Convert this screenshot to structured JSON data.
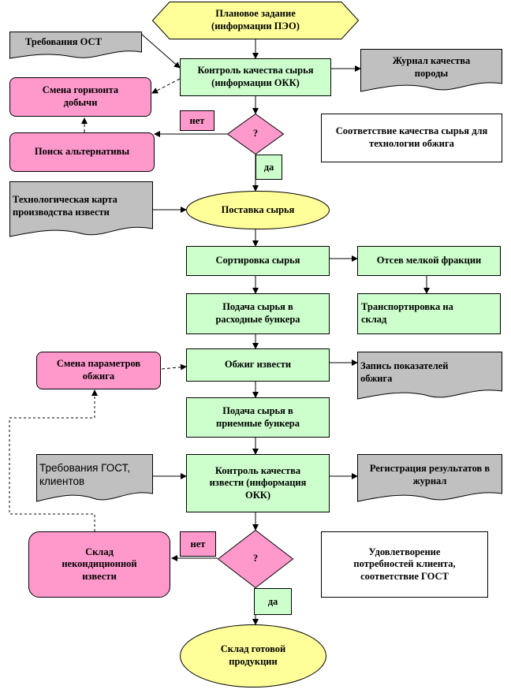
{
  "nodes": {
    "plan": "Плановое задание (информации ПЭО)",
    "req_ost": "Требования ОСТ",
    "control_raw": "Контроль качества сырья (информации ОКК)",
    "journal_rock": "Журнал качества породы",
    "change_horizon": "Смена горизонта добычи",
    "decision1": "?",
    "no1": "нет",
    "yes1": "да",
    "search_alt": "Поиск альтернативы",
    "compliance_raw": "Соответствие качества сырья для технологии обжига",
    "tech_card": "Технологическая карта производства извести",
    "supply_raw": "Поставка сырья",
    "sort_raw": "Сортировка сырья",
    "screen_fine": "Отсев мелкой фракции",
    "feed_bunkers": "Подача сырья в расходные бункера",
    "transport": "Транспортировка на склад",
    "change_params": "Смена параметров обжига",
    "burn_lime": "Обжиг извести",
    "record_params": "Запись показателей обжига",
    "feed_receive": "Подача сырья в приемные бункера",
    "req_gost": "Требования ГОСТ, клиентов",
    "control_lime": "Контроль качества извести (информация ОКК)",
    "register": "Регистрация результатов в журнал",
    "warehouse_bad": "Склад некондиционной извести",
    "decision2": "?",
    "no2": "нет",
    "yes2": "да",
    "satisfaction": "Удовлетворение потребностей клиента, соответствие ГОСТ",
    "warehouse_ready": "Склад готовой продукции"
  },
  "colors": {
    "hexagon": "#ffff99",
    "process": "#ccffcc",
    "pink": "#ff99cc",
    "document": "#c0c0c0",
    "ellipse": "#ffff99",
    "line": "#000000"
  }
}
